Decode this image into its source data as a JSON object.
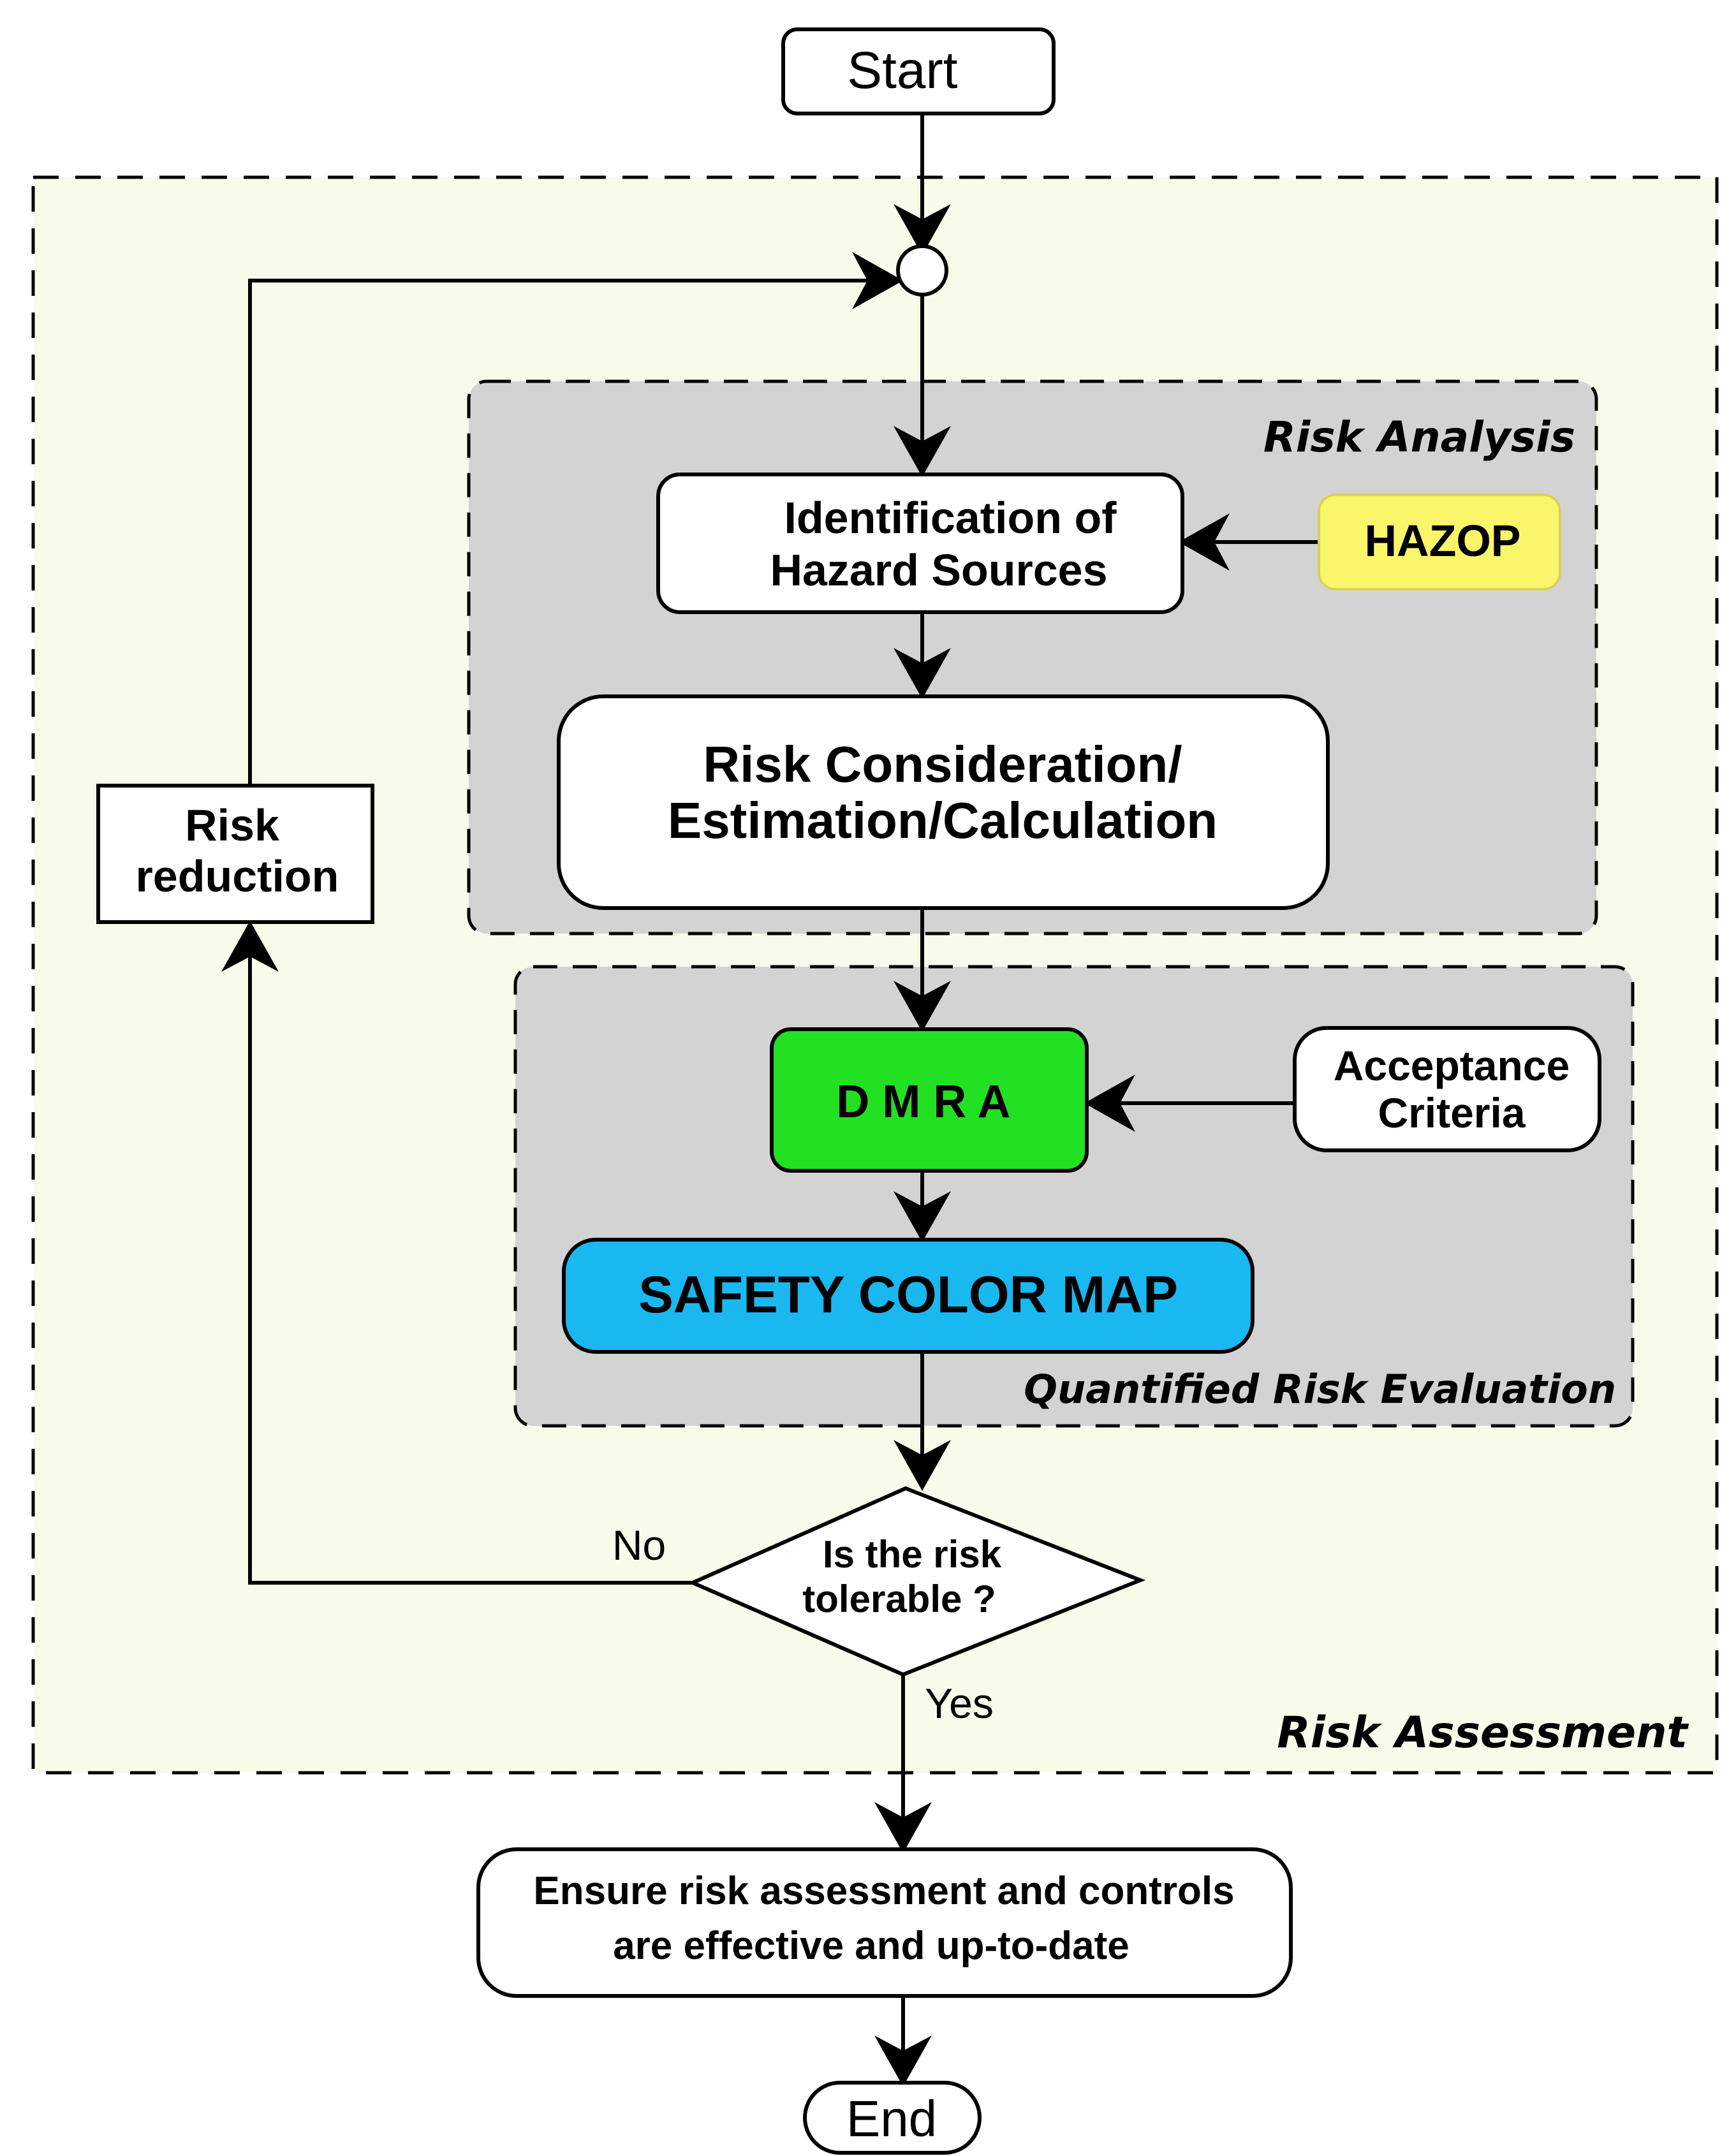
{
  "nodes": {
    "start": "Start",
    "identification": [
      "Identification of",
      "Hazard Sources"
    ],
    "hazop": "HAZOP",
    "risk_consideration": [
      "Risk Consideration/",
      "Estimation/Calculation"
    ],
    "dmra": "D M R A",
    "acceptance": [
      "Acceptance",
      "Criteria"
    ],
    "safety_map": "SAFETY COLOR MAP",
    "decision": [
      "Is the risk",
      "tolerable ?"
    ],
    "risk_reduction": [
      "Risk",
      "reduction"
    ],
    "ensure": [
      "Ensure risk assessment and controls",
      "are effective and up-to-date"
    ],
    "end": "End"
  },
  "branches": {
    "no": "No",
    "yes": "Yes"
  },
  "regions": {
    "risk_analysis": "Risk Analysis",
    "quantified_evaluation": "Quantified Risk Evaluation",
    "risk_assessment": "Risk Assessment"
  },
  "colors": {
    "assessment_bg": "#f8fbea",
    "analysis_bg": "#d3d3d3",
    "hazop": "#faf66a",
    "dmra": "#22e022",
    "safety_map": "#19b8f0",
    "node_bg": "#ffffff",
    "stroke": "#000000"
  }
}
